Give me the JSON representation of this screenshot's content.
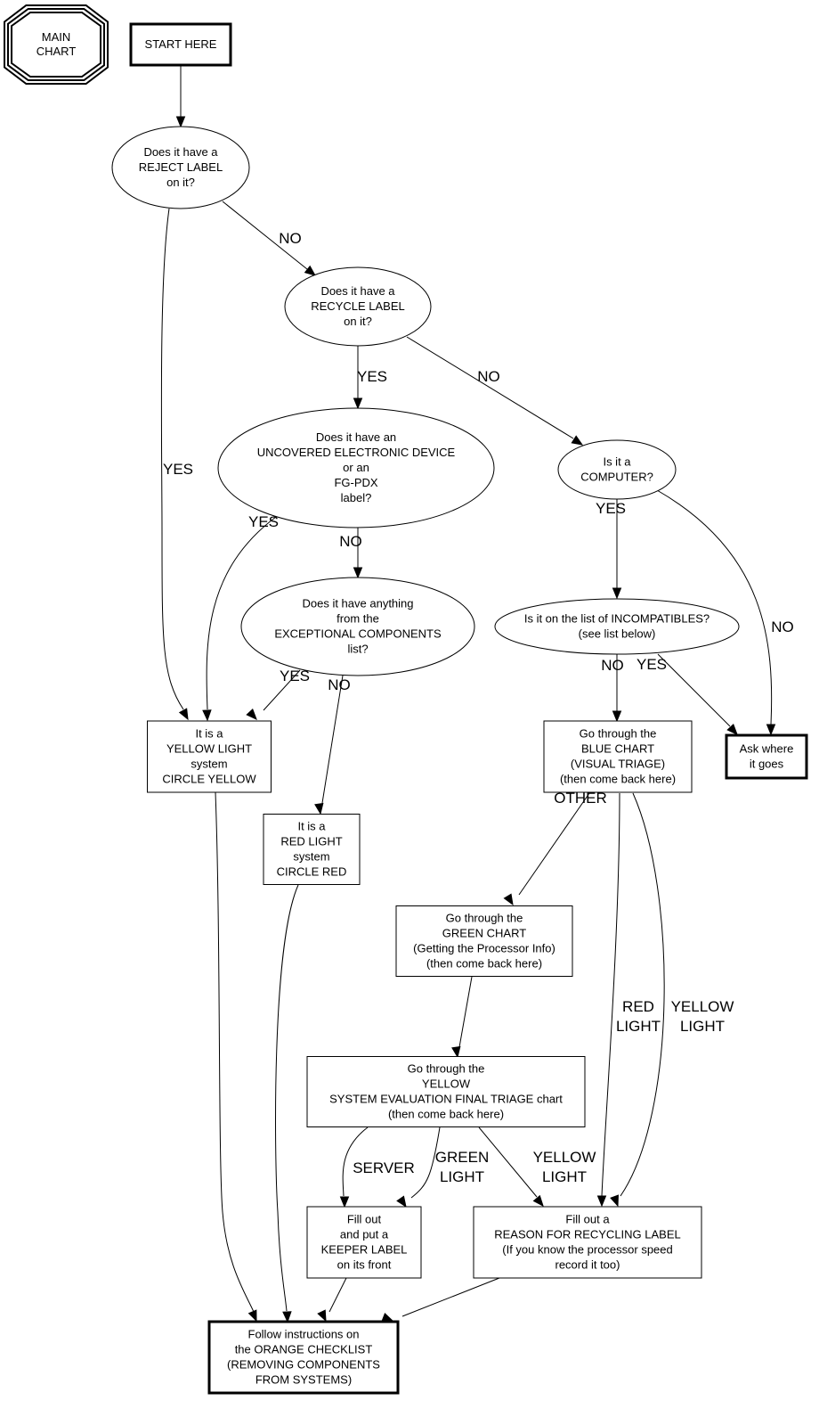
{
  "diagram": {
    "title_badge": [
      "MAIN",
      "CHART"
    ],
    "nodes": {
      "start": [
        "START HERE"
      ],
      "reject": [
        "Does it have a",
        "REJECT LABEL",
        "on it?"
      ],
      "recycle": [
        "Does it have a",
        "RECYCLE LABEL",
        "on it?"
      ],
      "uncovered": [
        "Does it have an",
        "UNCOVERED ELECTRONIC DEVICE",
        "or an",
        "FG-PDX",
        "label?"
      ],
      "computer": [
        "Is it a",
        "COMPUTER?"
      ],
      "exceptional": [
        "Does it have anything",
        "from the",
        "EXCEPTIONAL COMPONENTS",
        "list?"
      ],
      "incompatibles": [
        "Is it on the list of INCOMPATIBLES?",
        "(see list below)"
      ],
      "yellow_light": [
        "It is a",
        "YELLOW LIGHT",
        "system",
        "CIRCLE YELLOW"
      ],
      "red_light": [
        "It is a",
        "RED LIGHT",
        "system",
        "CIRCLE RED"
      ],
      "blue_chart": [
        "Go through the",
        "BLUE CHART",
        "(VISUAL TRIAGE)",
        "(then come back here)"
      ],
      "ask": [
        "Ask where",
        "it goes"
      ],
      "green_chart": [
        "Go through the",
        "GREEN CHART",
        "(Getting the Processor Info)",
        "(then come back here)"
      ],
      "yellow_chart": [
        "Go through the",
        "YELLOW",
        "SYSTEM EVALUATION FINAL TRIAGE chart",
        "(then come back here)"
      ],
      "keeper": [
        "Fill out",
        "and put a",
        "KEEPER LABEL",
        "on its front"
      ],
      "reason": [
        "Fill out a",
        "REASON FOR RECYCLING LABEL",
        "(If you know the processor speed",
        "record it too)"
      ],
      "orange": [
        "Follow instructions on",
        "the ORANGE CHECKLIST",
        "(REMOVING COMPONENTS",
        "FROM SYSTEMS)"
      ]
    },
    "edges": [
      {
        "from": "start",
        "to": "reject",
        "label": []
      },
      {
        "from": "reject",
        "to": "recycle",
        "label": [
          "NO"
        ]
      },
      {
        "from": "reject",
        "to": "yellow_light",
        "label": [
          "YES"
        ]
      },
      {
        "from": "recycle",
        "to": "uncovered",
        "label": [
          "YES"
        ]
      },
      {
        "from": "recycle",
        "to": "computer",
        "label": [
          "NO"
        ]
      },
      {
        "from": "uncovered",
        "to": "yellow_light",
        "label": [
          "YES"
        ]
      },
      {
        "from": "uncovered",
        "to": "exceptional",
        "label": [
          "NO"
        ]
      },
      {
        "from": "computer",
        "to": "incompatibles",
        "label": [
          "YES"
        ]
      },
      {
        "from": "computer",
        "to": "ask",
        "label": [
          "NO"
        ]
      },
      {
        "from": "exceptional",
        "to": "yellow_light",
        "label": [
          "YES"
        ]
      },
      {
        "from": "exceptional",
        "to": "red_light",
        "label": [
          "NO"
        ]
      },
      {
        "from": "incompatibles",
        "to": "blue_chart",
        "label": [
          "NO"
        ]
      },
      {
        "from": "incompatibles",
        "to": "ask",
        "label": [
          "YES"
        ]
      },
      {
        "from": "blue_chart",
        "to": "green_chart",
        "label": [
          "OTHER"
        ]
      },
      {
        "from": "blue_chart",
        "to": "reason",
        "label": [
          "RED",
          "LIGHT"
        ]
      },
      {
        "from": "blue_chart",
        "to": "reason",
        "label": [
          "YELLOW",
          "LIGHT"
        ]
      },
      {
        "from": "green_chart",
        "to": "yellow_chart",
        "label": []
      },
      {
        "from": "yellow_chart",
        "to": "keeper",
        "label": [
          "SERVER"
        ]
      },
      {
        "from": "yellow_chart",
        "to": "keeper",
        "label": [
          "GREEN",
          "LIGHT"
        ]
      },
      {
        "from": "yellow_chart",
        "to": "reason",
        "label": [
          "YELLOW",
          "LIGHT"
        ]
      },
      {
        "from": "yellow_light",
        "to": "orange",
        "label": []
      },
      {
        "from": "red_light",
        "to": "orange",
        "label": []
      },
      {
        "from": "keeper",
        "to": "orange",
        "label": []
      },
      {
        "from": "reason",
        "to": "orange",
        "label": []
      }
    ]
  }
}
